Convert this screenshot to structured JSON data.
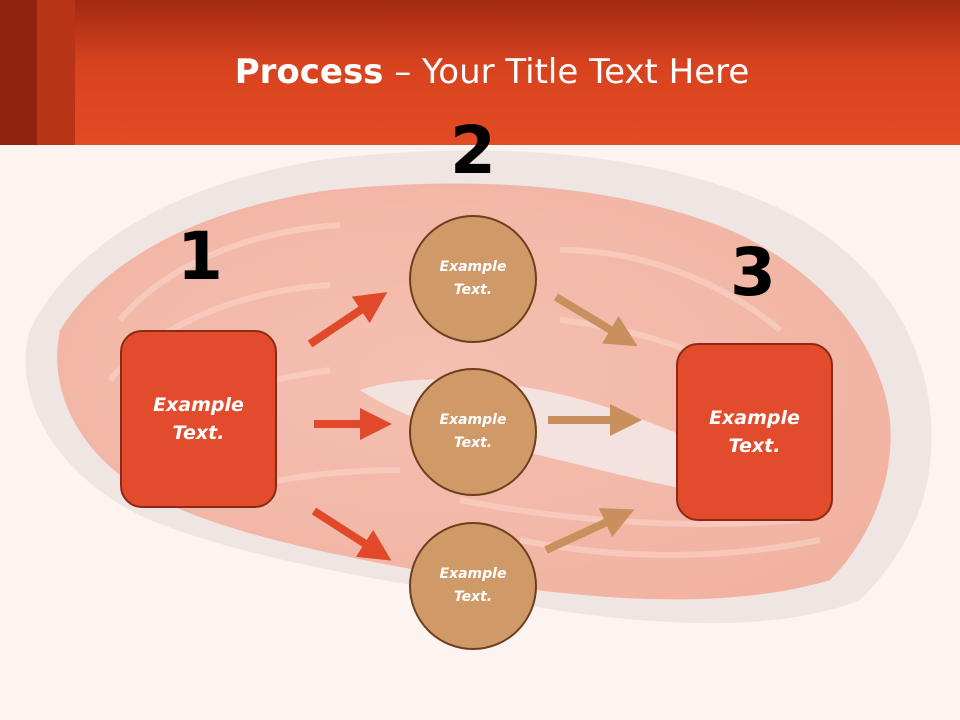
{
  "title": {
    "bold": "Process",
    "rest": " – Your Title Text Here"
  },
  "steps": [
    {
      "number": "1",
      "text_line1": "Example",
      "text_line2": "Text."
    },
    {
      "number": "2"
    },
    {
      "number": "3",
      "text_line1": "Example",
      "text_line2": "Text."
    }
  ],
  "circles": [
    {
      "text_line1": "Example",
      "text_line2": "Text."
    },
    {
      "text_line1": "Example",
      "text_line2": "Text."
    },
    {
      "text_line1": "Example",
      "text_line2": "Text."
    }
  ],
  "colors": {
    "header": "#e24b24",
    "box_fill": "#e24b2b",
    "circle_fill": "#cf9968",
    "arrow_left": "#e04a2a",
    "arrow_right": "#c98f5d"
  },
  "background_image": "salmon-steak"
}
